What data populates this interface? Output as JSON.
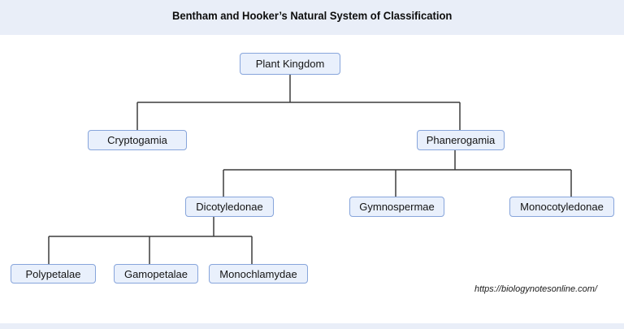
{
  "title": "Bentham and Hooker’s Natural System of Classification",
  "source_url": "https://biologynotesonline.com/",
  "colors": {
    "band_background": "#e9eef8",
    "node_fill": "#e9f0fc",
    "node_border": "#87a5db",
    "connector_line": "#3c3c3c",
    "page_background": "#ffffff"
  },
  "nodes": {
    "plant_kingdom": {
      "label": "Plant Kingdom"
    },
    "cryptogamia": {
      "label": "Cryptogamia"
    },
    "phanerogamia": {
      "label": "Phanerogamia"
    },
    "dicotyledonae": {
      "label": "Dicotyledonae"
    },
    "gymnospermae": {
      "label": "Gymnospermae"
    },
    "monocotyledonae": {
      "label": "Monocotyledonae"
    },
    "polypetalae": {
      "label": "Polypetalae"
    },
    "gamopetalae": {
      "label": "Gamopetalae"
    },
    "monochlamydae": {
      "label": "Monochlamydae"
    }
  },
  "edges": [
    [
      "Plant Kingdom",
      "Cryptogamia"
    ],
    [
      "Plant Kingdom",
      "Phanerogamia"
    ],
    [
      "Phanerogamia",
      "Dicotyledonae"
    ],
    [
      "Phanerogamia",
      "Gymnospermae"
    ],
    [
      "Phanerogamia",
      "Monocotyledonae"
    ],
    [
      "Dicotyledonae",
      "Polypetalae"
    ],
    [
      "Dicotyledonae",
      "Gamopetalae"
    ],
    [
      "Dicotyledonae",
      "Monochlamydae"
    ]
  ]
}
